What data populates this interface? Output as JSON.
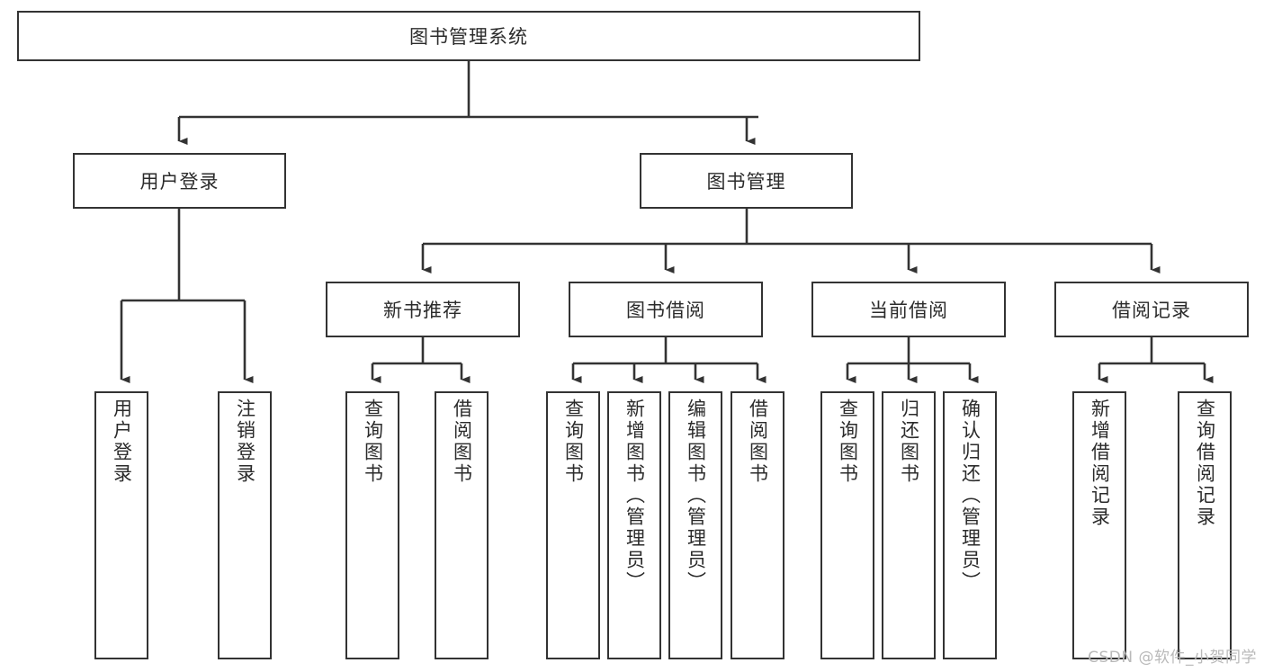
{
  "diagram": {
    "title": "图书管理系统",
    "type": "tree-hierarchy",
    "orientation": "top-down",
    "root": {
      "id": "root",
      "label": "图书管理系统"
    },
    "level2": [
      {
        "id": "user-login",
        "label": "用户登录"
      },
      {
        "id": "book-manage",
        "label": "图书管理"
      }
    ],
    "level3": [
      {
        "id": "new-book-rec",
        "label": "新书推荐",
        "parent": "book-manage"
      },
      {
        "id": "book-borrow",
        "label": "图书借阅",
        "parent": "book-manage"
      },
      {
        "id": "current-borrow",
        "label": "当前借阅",
        "parent": "book-manage"
      },
      {
        "id": "borrow-record",
        "label": "借阅记录",
        "parent": "book-manage"
      }
    ],
    "leaves": {
      "user_login": [
        {
          "id": "leaf-user-login",
          "label": "用户登录"
        },
        {
          "id": "leaf-logout-login",
          "label": "注销登录"
        }
      ],
      "new_book_rec": [
        {
          "id": "leaf-query-book-1",
          "label": "查询图书"
        },
        {
          "id": "leaf-borrow-book-1",
          "label": "借阅图书"
        }
      ],
      "book_borrow": [
        {
          "id": "leaf-query-book-2",
          "label": "查询图书"
        },
        {
          "id": "leaf-add-book",
          "label": "新增图书（管理员）"
        },
        {
          "id": "leaf-edit-book",
          "label": "编辑图书（管理员）"
        },
        {
          "id": "leaf-borrow-book-2",
          "label": "借阅图书"
        }
      ],
      "current_borrow": [
        {
          "id": "leaf-query-book-3",
          "label": "查询图书"
        },
        {
          "id": "leaf-return-book",
          "label": "归还图书"
        },
        {
          "id": "leaf-confirm-return",
          "label": "确认归还（管理员）"
        }
      ],
      "borrow_record": [
        {
          "id": "leaf-add-record",
          "label": "新增借阅记录"
        },
        {
          "id": "leaf-query-record",
          "label": "查询借阅记录"
        }
      ]
    }
  },
  "watermark": {
    "text": "CSDN @软件_小贺同学"
  },
  "colors": {
    "stroke": "#333333",
    "background": "#ffffff",
    "text": "#2b2b2b",
    "watermark": "#b9b9b9"
  }
}
